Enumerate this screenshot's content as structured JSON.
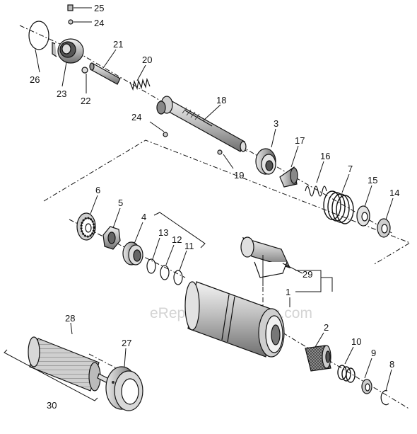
{
  "watermark": "eReplacementParts.com",
  "callouts": [
    "25",
    "24",
    "26",
    "23",
    "22",
    "21",
    "20",
    "18",
    "24",
    "19",
    "3",
    "17",
    "16",
    "7",
    "15",
    "14",
    "6",
    "5",
    "4",
    "13",
    "12",
    "11",
    "29",
    "1",
    "28",
    "27",
    "2",
    "10",
    "9",
    "8",
    "30"
  ]
}
